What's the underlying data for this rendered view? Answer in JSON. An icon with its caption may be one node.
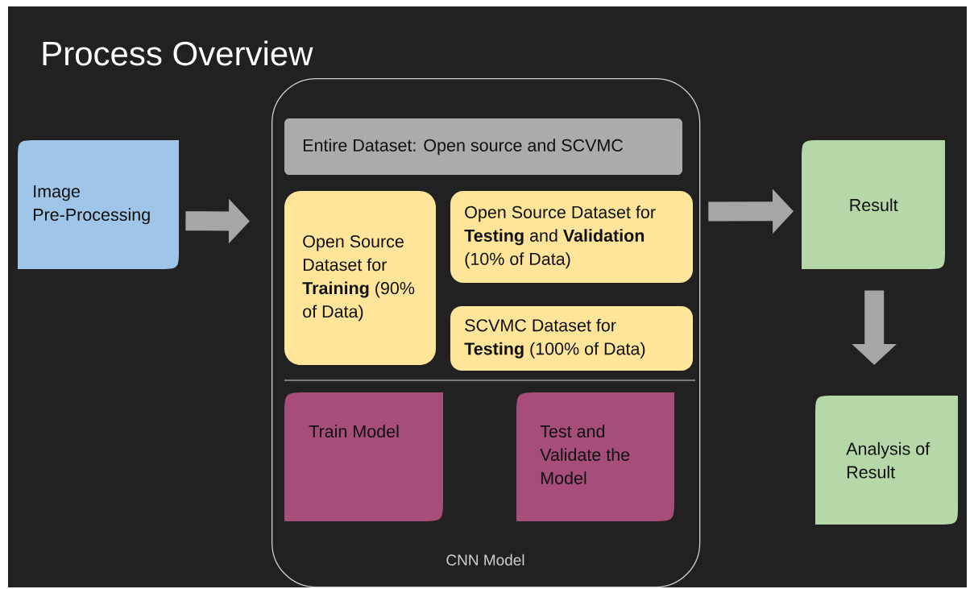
{
  "diagram": {
    "title": "Process Overview",
    "nodes": [
      {
        "text": [
          "Image Pre-Processing"
        ]
      },
      {
        "text": [
          "CNN Model"
        ]
      },
      {
        "text": [
          "Entire Dataset: Open source and SCVMC"
        ],
        "in": 1
      },
      {
        "text": [
          "Open Source Dataset for **Training** (90% of Data)"
        ],
        "in": 1
      },
      {
        "text": [
          "Open Source Dataset for **Testing** and **Validation** (10% of Data)"
        ],
        "in": 1
      },
      {
        "text": [
          "SCVMC Dataset for **Testing** (100% of Data)"
        ],
        "in": 1
      },
      {
        "text": [
          "Train Model"
        ],
        "in": 1
      },
      {
        "text": [
          "Test and Validate the Model"
        ],
        "in": 1
      },
      {
        "text": [
          "Result"
        ]
      },
      {
        "text": [
          "Analysis of Result"
        ]
      }
    ],
    "edges": [
      {
        "from": 0,
        "to": 1,
        "arrow": "to"
      },
      {
        "from": 1,
        "to": 8,
        "arrow": "to"
      },
      {
        "from": 8,
        "to": 9,
        "arrow": "to"
      }
    ]
  }
}
